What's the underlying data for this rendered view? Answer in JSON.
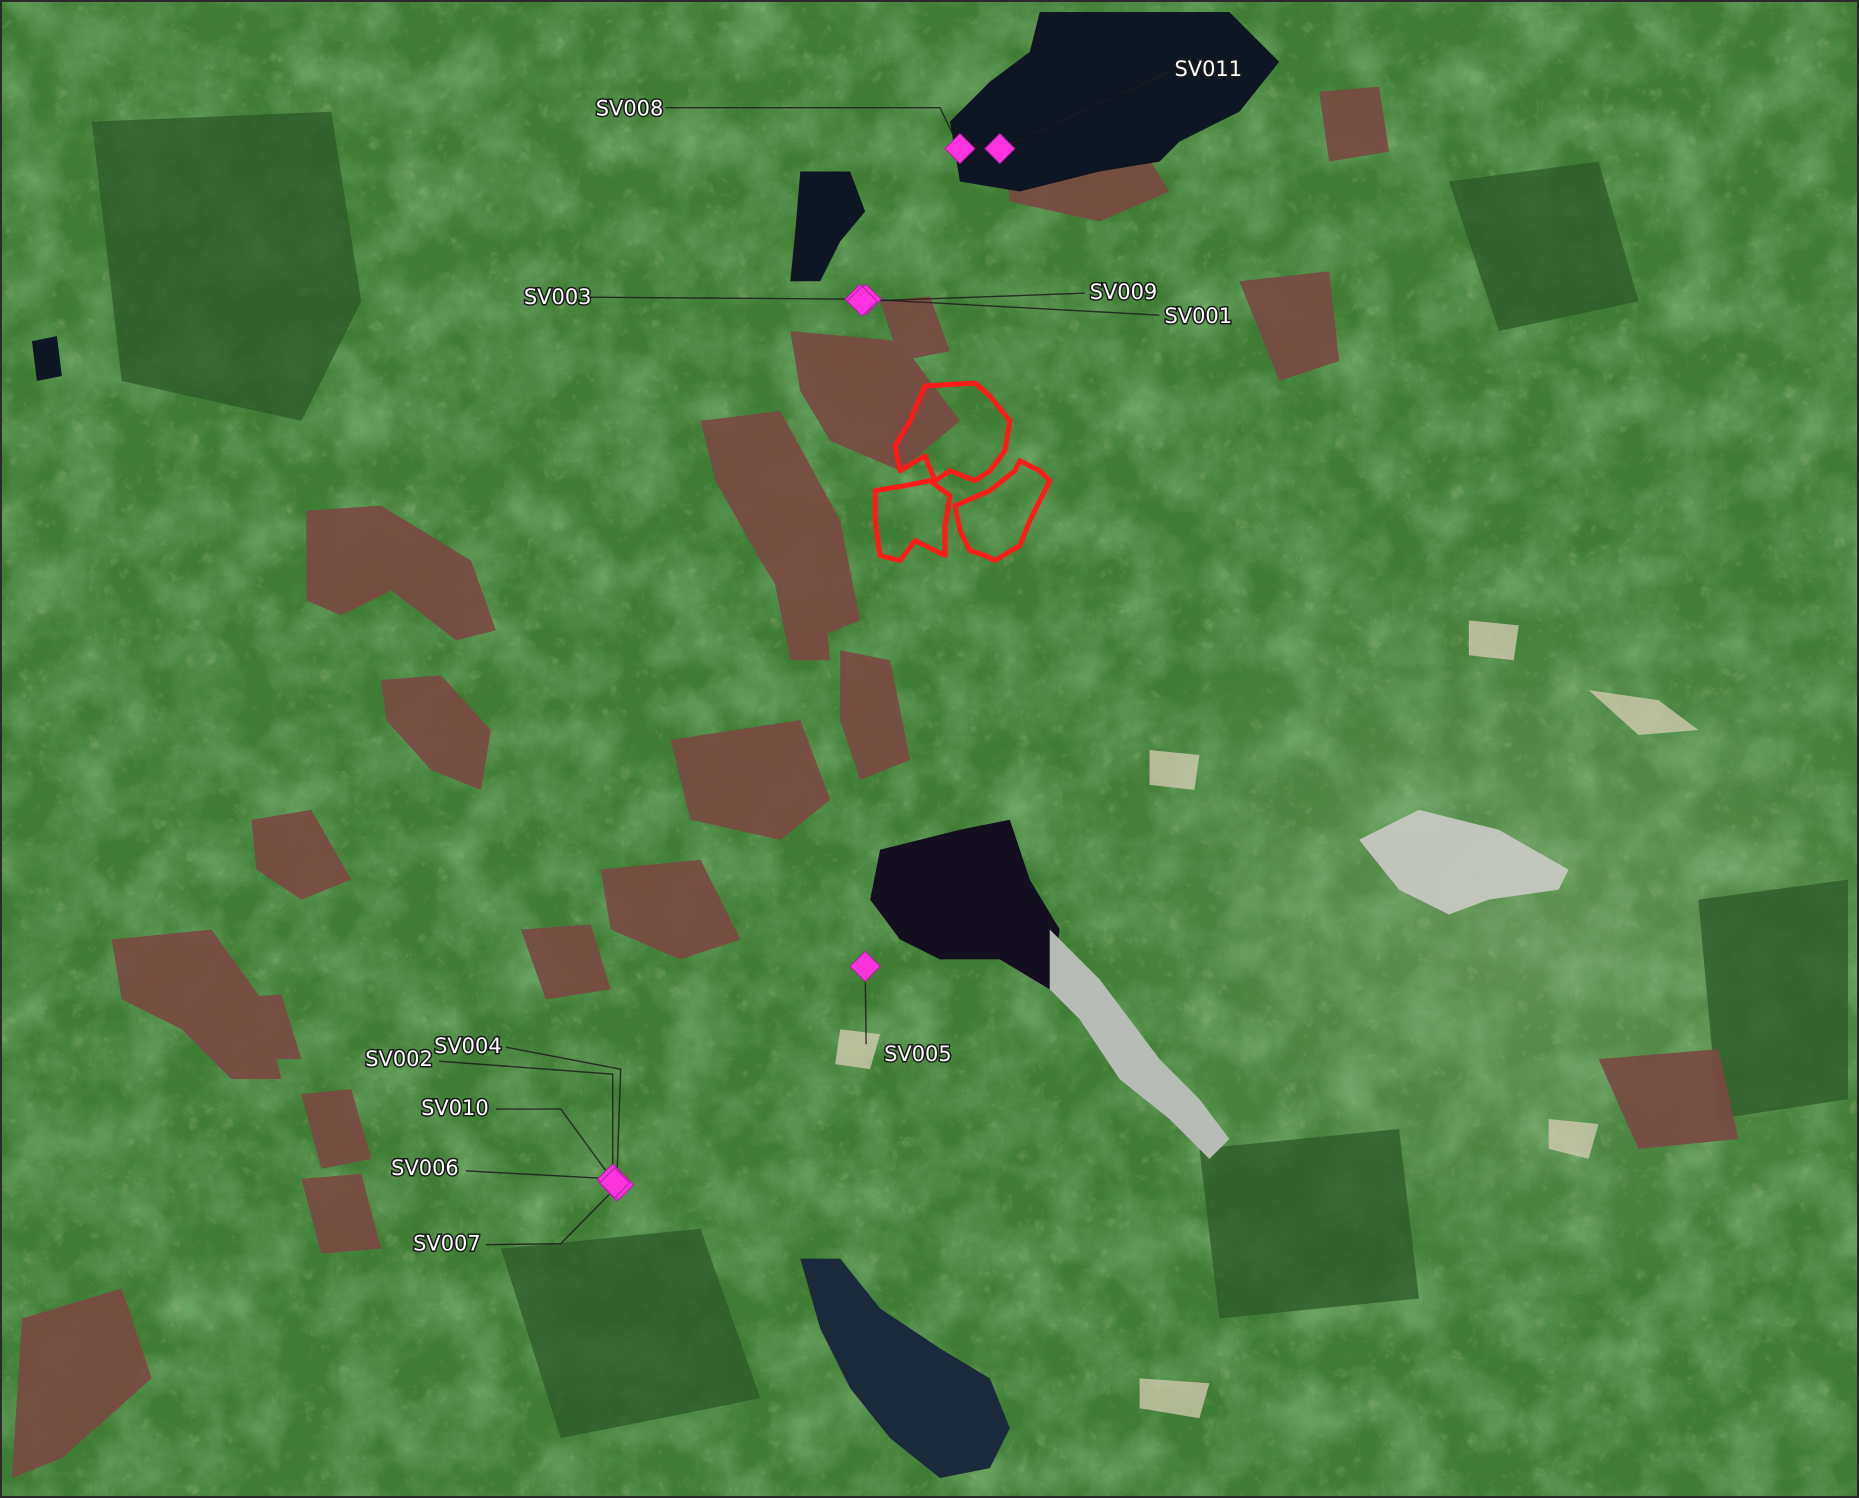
{
  "colors": {
    "marker": "#ff33dd",
    "boundary": "#ff1a1a",
    "leader": "#1c1c1c",
    "label_text": "#ffffff",
    "label_halo": "#1a1a1a",
    "vegetation": "#3f7d34",
    "peat": "#7a4a43",
    "water": "#121a28",
    "bare": "#cfcfc8"
  },
  "map": {
    "basemap": "satellite imagery",
    "sites": [
      {
        "label": "SV001",
        "icon": "diamond-marker-icon"
      },
      {
        "label": "SV002",
        "icon": "diamond-marker-icon"
      },
      {
        "label": "SV003",
        "icon": "diamond-marker-icon"
      },
      {
        "label": "SV004",
        "icon": "diamond-marker-icon"
      },
      {
        "label": "SV005",
        "icon": "diamond-marker-icon"
      },
      {
        "label": "SV006",
        "icon": "diamond-marker-icon"
      },
      {
        "label": "SV007",
        "icon": "diamond-marker-icon"
      },
      {
        "label": "SV008",
        "icon": "diamond-marker-icon"
      },
      {
        "label": "SV009",
        "icon": "diamond-marker-icon"
      },
      {
        "label": "SV010",
        "icon": "diamond-marker-icon"
      },
      {
        "label": "SV011",
        "icon": "diamond-marker-icon"
      }
    ]
  }
}
